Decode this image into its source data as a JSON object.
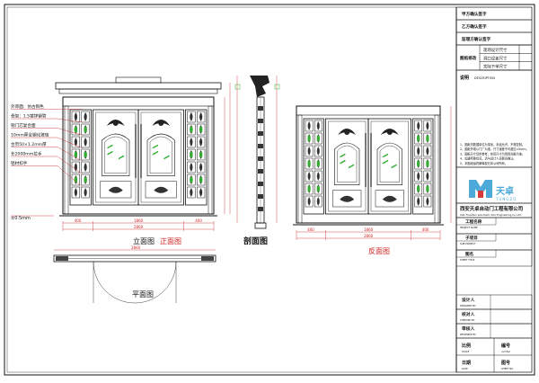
{
  "colors": {
    "line": "#111111",
    "dim": "#cc2222",
    "glass": "#2fae2f",
    "tb_red": "#cc2222",
    "logo_blue": "#4da9d9",
    "logo_red": "#d63a3a"
  },
  "drawing": {
    "view_labels": {
      "front": "立面图",
      "front_note": "正面图",
      "section": "剖面图",
      "back": "反面图",
      "plan": "平面图"
    },
    "material_notes": [
      "外饰面：仿古铜色",
      "骨架：1.5镀锌钢管",
      "铜门芯复合面",
      "10mm厚全钢化玻璃",
      "合页50×1.2mm厚",
      "长2000mm拉手",
      "铝材扣手"
    ],
    "side_note": "±0.5mm",
    "dim_texts": {
      "front_total": "2860",
      "front_seg1": "400",
      "front_seg2": "1860",
      "front_seg3": "400",
      "back_total": "2860",
      "back_seg1": "400",
      "back_seg2": "1860",
      "back_seg3": "400",
      "plan_total": "2860"
    }
  },
  "title_block": {
    "sig_rows": [
      "甲方确认签字",
      "乙方确认签字",
      "监理方确认签字"
    ],
    "rev_label": "图纸修改",
    "rev_items": [
      "现场设计尺寸",
      "洞口误差尺寸",
      "实际下单尺寸"
    ],
    "desc_label": "说明",
    "desc_en": "DESCRIPTION",
    "notes": [
      "1、图纸内数据单位为毫米，未经允许，不得复制。",
      "2、图纸外观以门厂为准，尺寸误差不可超过±5mm。",
      "3、图纸尺寸仅供参考，实际尺寸为现场测量为准。",
      "4、如遇特殊情况，请与设计人员联系确认。",
      "5、本图纸最终解释权归本公司所有。"
    ],
    "logo_cn": "天卓",
    "logo_en": "TUNGZO",
    "company_cn": "西安天卓自动门工程有限公司",
    "company_en": "Xian Tianzhuo automatic door Engineering Co.,Ltd.",
    "fields": [
      {
        "cn": "工程名称",
        "en": "PROJECT NAME"
      },
      {
        "cn": "子项目",
        "en": "SUB-PROJECT"
      },
      {
        "cn": "图名",
        "en": "SHEET TITLE"
      }
    ],
    "persons": [
      {
        "cn": "设计人",
        "en": "DESIGNED BY"
      },
      {
        "cn": "校对人",
        "en": "CHECKED BY"
      },
      {
        "cn": "审核人",
        "en": "REVIEWED BY"
      }
    ],
    "bottom": {
      "scale_cn": "比例",
      "scale_en": "SCALE",
      "number_cn": "编号",
      "number_en": "number",
      "date_cn": "日期",
      "date_en": "DATE",
      "sheet_cn": "图号",
      "sheet_en": "SHEET NO"
    }
  }
}
